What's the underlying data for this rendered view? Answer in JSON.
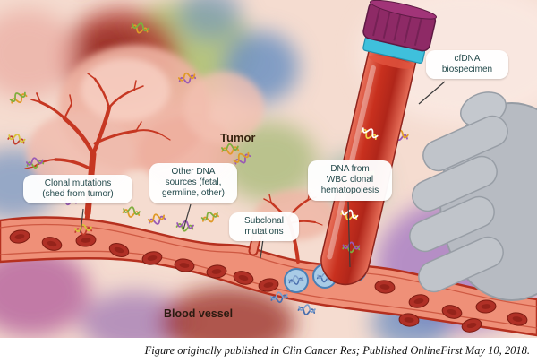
{
  "figure": {
    "caption": "Figure originally published in Clin Cancer Res; Published OnlineFirst May 10, 2018.",
    "labels": {
      "tumor": "Tumor",
      "blood_vessel": "Blood vessel",
      "clonal_mutations": "Clonal mutations\n(shed from tumor)",
      "other_dna_sources": "Other DNA\nsources (fetal,\ngermline, other)",
      "subclonal_mutations": "Subclonal\nmutations",
      "wbc_dna": "DNA from\nWBC clonal\nhematopoiesis",
      "cfdna_biospecimen": "cfDNA\nbiospecimen"
    },
    "colors": {
      "background": "#f5dcd0",
      "label_text": "#23494b",
      "caption_text": "#111111",
      "vessel_fill": "#ef9078",
      "vessel_outline": "#b5301f",
      "tumor_pink": "#eeb2a2",
      "artery_red": "#c63722",
      "rbc_red": "#b03026",
      "wbc_blue": "#a9cbe6",
      "tube_liquid": "#c8301e",
      "tube_cap_purple": "#8e2a66",
      "tube_band_cyan": "#3fc0dc",
      "glove_gray": "#b7bbc2"
    }
  }
}
